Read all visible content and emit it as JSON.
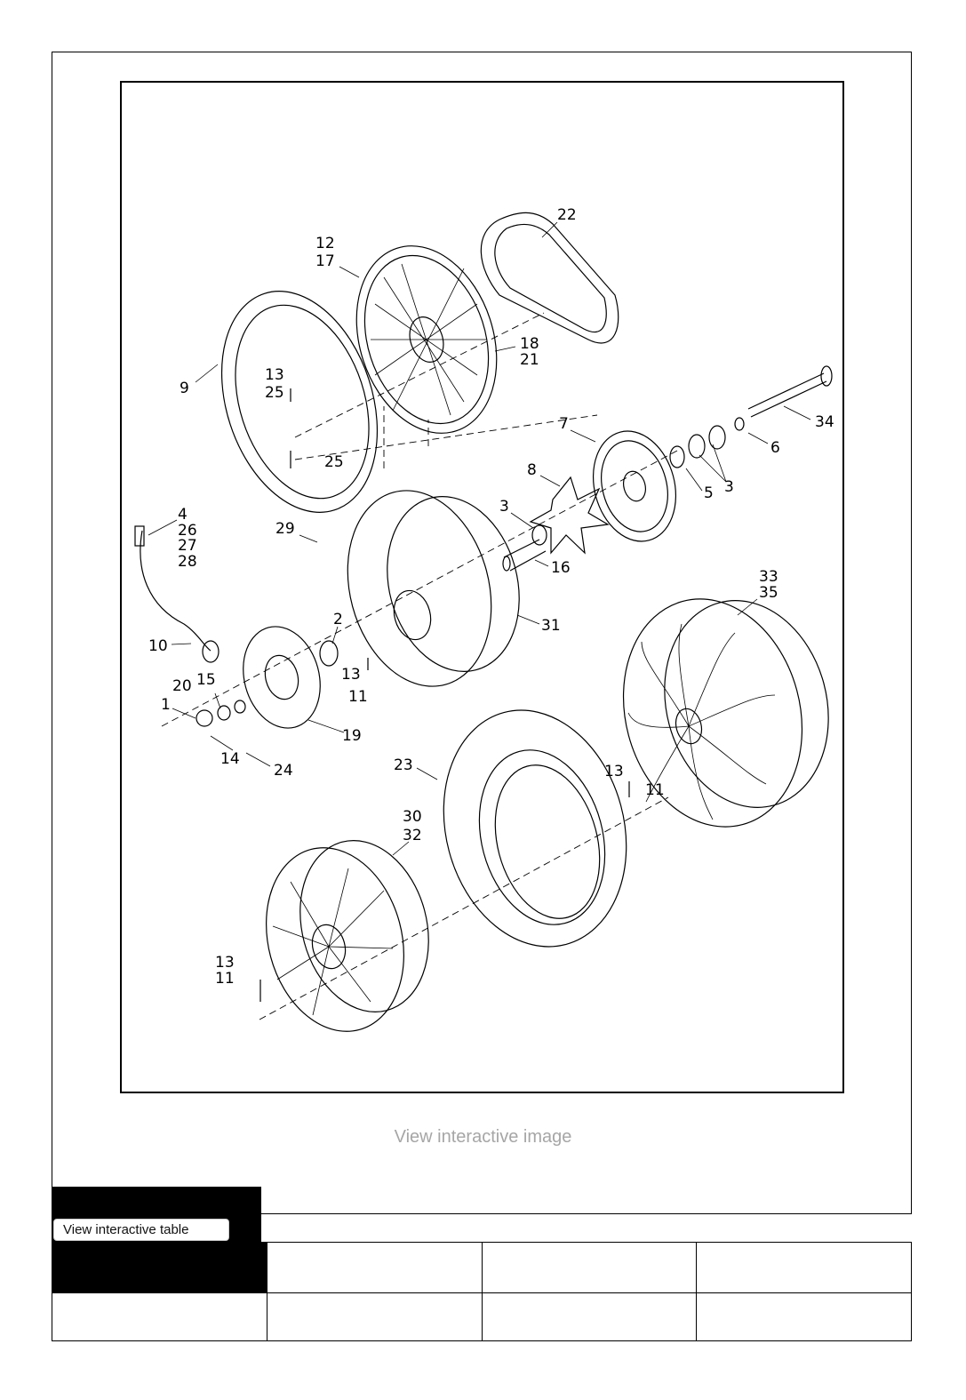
{
  "figure": {
    "labels": [
      "22",
      "12",
      "17",
      "18",
      "21",
      "9",
      "13",
      "25",
      "25",
      "7",
      "34",
      "6",
      "8",
      "5",
      "3",
      "3",
      "4",
      "26",
      "27",
      "28",
      "29",
      "16",
      "33",
      "35",
      "2",
      "31",
      "10",
      "13",
      "11",
      "20",
      "15",
      "1",
      "19",
      "14",
      "24",
      "23",
      "13",
      "11",
      "30",
      "32",
      "13",
      "11"
    ]
  },
  "view_image_link": "View interactive image",
  "view_table_button": "View interactive table",
  "table": {
    "rows": [
      [
        "",
        "",
        "",
        ""
      ],
      [
        "",
        "",
        "",
        ""
      ]
    ]
  }
}
